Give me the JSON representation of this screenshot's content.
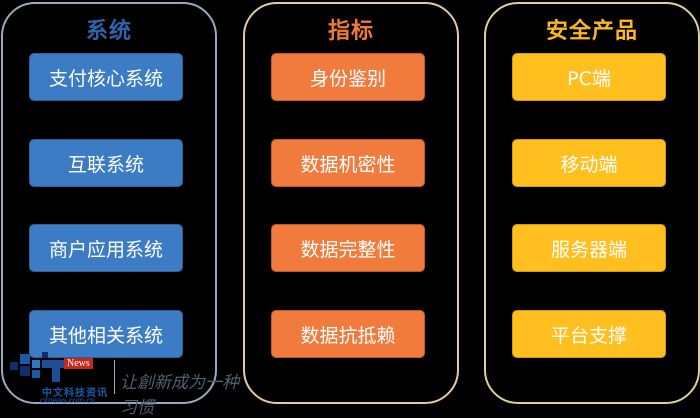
{
  "columns": [
    {
      "title": "系统",
      "title_color": "#2f64a8",
      "theme": "blue",
      "items": [
        "支付核心系统",
        "互联系统",
        "商户应用系统",
        "其他相关系统"
      ]
    },
    {
      "title": "指标",
      "title_color": "#ef7a36",
      "theme": "orange",
      "items": [
        "身份鉴别",
        "数据机密性",
        "数据完整性",
        "数据抗抵赖"
      ]
    },
    {
      "title": "安全产品",
      "title_color": "#ffb81c",
      "theme": "yellow",
      "items": [
        "PC端",
        "移动端",
        "服务器端",
        "平台支撑"
      ]
    }
  ],
  "watermark": {
    "badge": "News",
    "name_cn": "中文科技资讯",
    "url": "citnews.com.cn",
    "slogan": "让創新成为一种习惯"
  }
}
